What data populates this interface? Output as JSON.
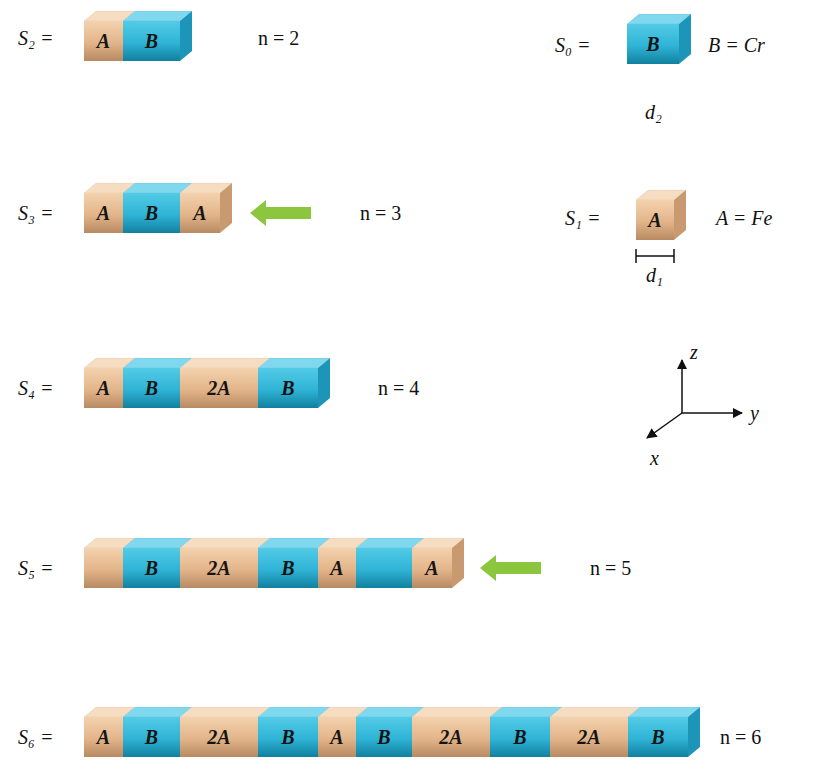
{
  "diagram": {
    "nodes": [
      {
        "text": [
          "A"
        ]
      },
      {
        "text": [
          "B"
        ]
      },
      {
        "text": [
          "B"
        ]
      },
      {
        "text": [
          "A"
        ]
      },
      {
        "text": [
          "B"
        ]
      },
      {
        "text": [
          "A"
        ]
      },
      {
        "text": [
          "A"
        ]
      },
      {
        "text": [
          "A"
        ]
      },
      {
        "text": [
          "B"
        ]
      },
      {
        "text": [
          "2A"
        ]
      },
      {
        "text": [
          "B"
        ]
      },
      {
        "text": [
          "B"
        ]
      },
      {
        "text": [
          "2A"
        ]
      },
      {
        "text": [
          "B"
        ]
      },
      {
        "text": [
          "A"
        ]
      },
      {
        "text": [
          "A"
        ]
      },
      {
        "text": [
          "A"
        ]
      },
      {
        "text": [
          "B"
        ]
      },
      {
        "text": [
          "2A"
        ]
      },
      {
        "text": [
          "B"
        ]
      },
      {
        "text": [
          "A"
        ]
      },
      {
        "text": [
          "B"
        ]
      },
      {
        "text": [
          "2A"
        ]
      },
      {
        "text": [
          "B"
        ]
      },
      {
        "text": [
          "2A"
        ]
      },
      {
        "text": [
          "B"
        ]
      }
    ],
    "labels": [
      "S₂ =",
      "n = 2",
      "S₀ =",
      "B = Cr",
      "d₂",
      "S₃ =",
      "n = 3",
      "S₁ =",
      "A = Fe",
      "d₁",
      "S₄ =",
      "n = 4",
      "z",
      "y",
      "x",
      "S₅ =",
      "n = 5",
      "S₆ =",
      "n = 6"
    ]
  }
}
